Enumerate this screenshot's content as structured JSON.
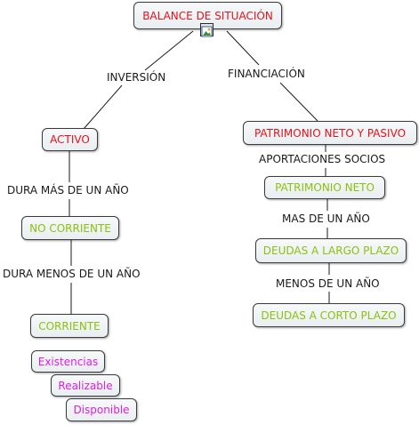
{
  "root": {
    "label": "BALANCE DE SITUACIÓN",
    "icon": "image-resource-icon"
  },
  "left_branch": {
    "link_label": "INVERSIÓN",
    "activo": "ACTIVO",
    "link_no_corriente": "DURA MÁS DE UN AÑO",
    "no_corriente": "NO CORRIENTE",
    "link_corriente": "DURA MENOS DE UN AÑO",
    "corriente": "CORRIENTE",
    "sub_items": [
      "Existencias",
      "Realizable",
      "Disponible"
    ]
  },
  "right_branch": {
    "link_label": "FINANCIACIÓN",
    "patrimonio_pasivo": "PATRIMONIO NETO Y PASIVO",
    "link_aportaciones": "APORTACIONES SOCIOS",
    "patrimonio_neto": "PATRIMONIO NETO",
    "link_largo": "MAS DE UN AÑO",
    "deudas_largo": "DEUDAS A LARGO PLAZO",
    "link_corto": "MENOS DE UN AÑO",
    "deudas_corto": "DEUDAS A CORTO PLAZO"
  },
  "colors": {
    "red_text": "#e8111a",
    "green_text": "#8cc10e",
    "magenta_text": "#e21de3",
    "connector": "#1a1a1a"
  }
}
